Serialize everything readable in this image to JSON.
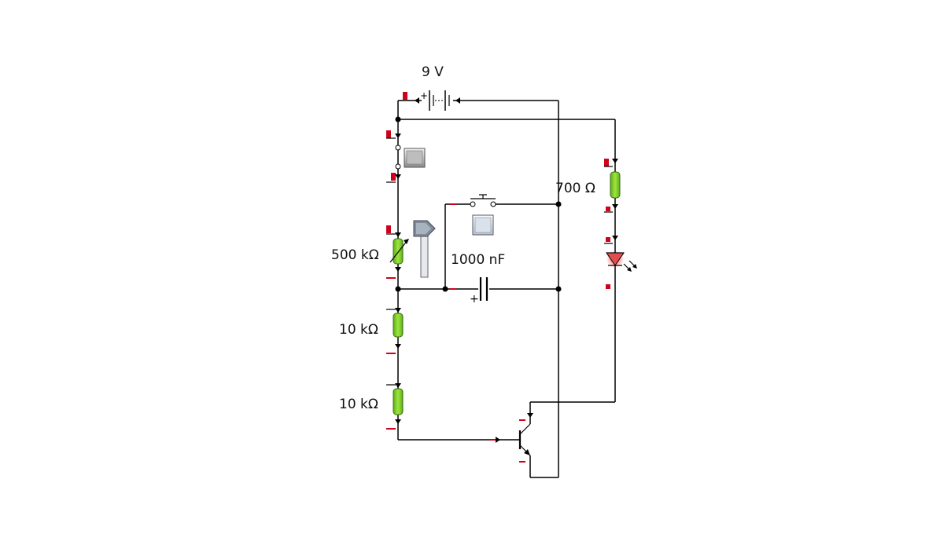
{
  "circuit": {
    "labels": {
      "battery": "9 V",
      "r_led": "700 Ω",
      "pot": "500 kΩ",
      "capacitor": "1000 nF",
      "r1": "10 kΩ",
      "r2": "10 kΩ"
    },
    "colors": {
      "resistor": "#7ed321",
      "marker": "#d0021b",
      "wire": "#000000",
      "led_glow": "#e05050",
      "button_face": "#c8d4e0"
    }
  }
}
